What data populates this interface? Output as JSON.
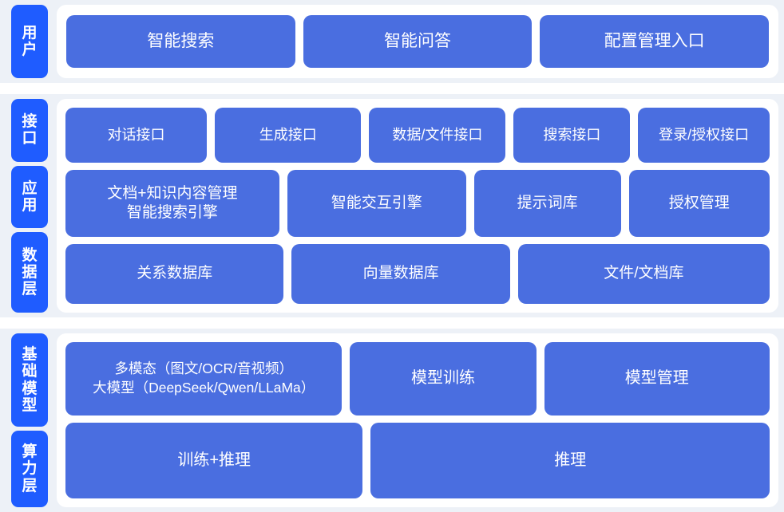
{
  "theme": {
    "page_background": "#edf1f7",
    "card_background": "#ffffff",
    "rail_label_color": "#1f5cff",
    "box_color": "#4a6ee0",
    "box_text_color": "#ffffff"
  },
  "sections": [
    {
      "id": "user",
      "rail_labels": [
        "用户"
      ],
      "rows": [
        {
          "id": "user-entries",
          "boxes": [
            {
              "lines": [
                "智能搜索"
              ],
              "flex": 1
            },
            {
              "lines": [
                "智能问答"
              ],
              "flex": 1
            },
            {
              "lines": [
                "配置管理入口"
              ],
              "flex": 1
            }
          ]
        }
      ]
    },
    {
      "id": "core",
      "rail_labels": [
        "接口",
        "应用",
        "数据层"
      ],
      "rows": [
        {
          "id": "api",
          "boxes": [
            {
              "lines": [
                "对话接口"
              ],
              "flex": 1.06
            },
            {
              "lines": [
                "生成接口"
              ],
              "flex": 1.1
            },
            {
              "lines": [
                "数据/文件接口"
              ],
              "flex": 1.02
            },
            {
              "lines": [
                "搜索接口"
              ],
              "flex": 0.86
            },
            {
              "lines": [
                "登录/授权接口"
              ],
              "flex": 0.98
            }
          ]
        },
        {
          "id": "application",
          "boxes": [
            {
              "lines": [
                "文档+知识内容管理",
                "智能搜索引擎"
              ],
              "flex": 1.4
            },
            {
              "lines": [
                "智能交互引擎"
              ],
              "flex": 1.16
            },
            {
              "lines": [
                "提示词库"
              ],
              "flex": 0.94
            },
            {
              "lines": [
                "授权管理"
              ],
              "flex": 0.9
            }
          ]
        },
        {
          "id": "data",
          "boxes": [
            {
              "lines": [
                "关系数据库"
              ],
              "flex": 1
            },
            {
              "lines": [
                "向量数据库"
              ],
              "flex": 1
            },
            {
              "lines": [
                "文件/文档库"
              ],
              "flex": 1.16
            }
          ]
        }
      ]
    },
    {
      "id": "model",
      "rail_labels": [
        "基础模型",
        "算力层"
      ],
      "rows": [
        {
          "id": "foundation",
          "boxes": [
            {
              "lines": [
                "多模态（图文/OCR/音视频）",
                "大模型（DeepSeek/Qwen/LLaMa）"
              ],
              "flex": 1.36
            },
            {
              "lines": [
                "模型训练"
              ],
              "flex": 0.9
            },
            {
              "lines": [
                "模型管理"
              ],
              "flex": 1.1
            }
          ]
        },
        {
          "id": "compute",
          "boxes": [
            {
              "lines": [
                "训练+推理"
              ],
              "flex": 0.85
            },
            {
              "lines": [
                "推理"
              ],
              "flex": 1.15
            }
          ]
        }
      ]
    }
  ]
}
